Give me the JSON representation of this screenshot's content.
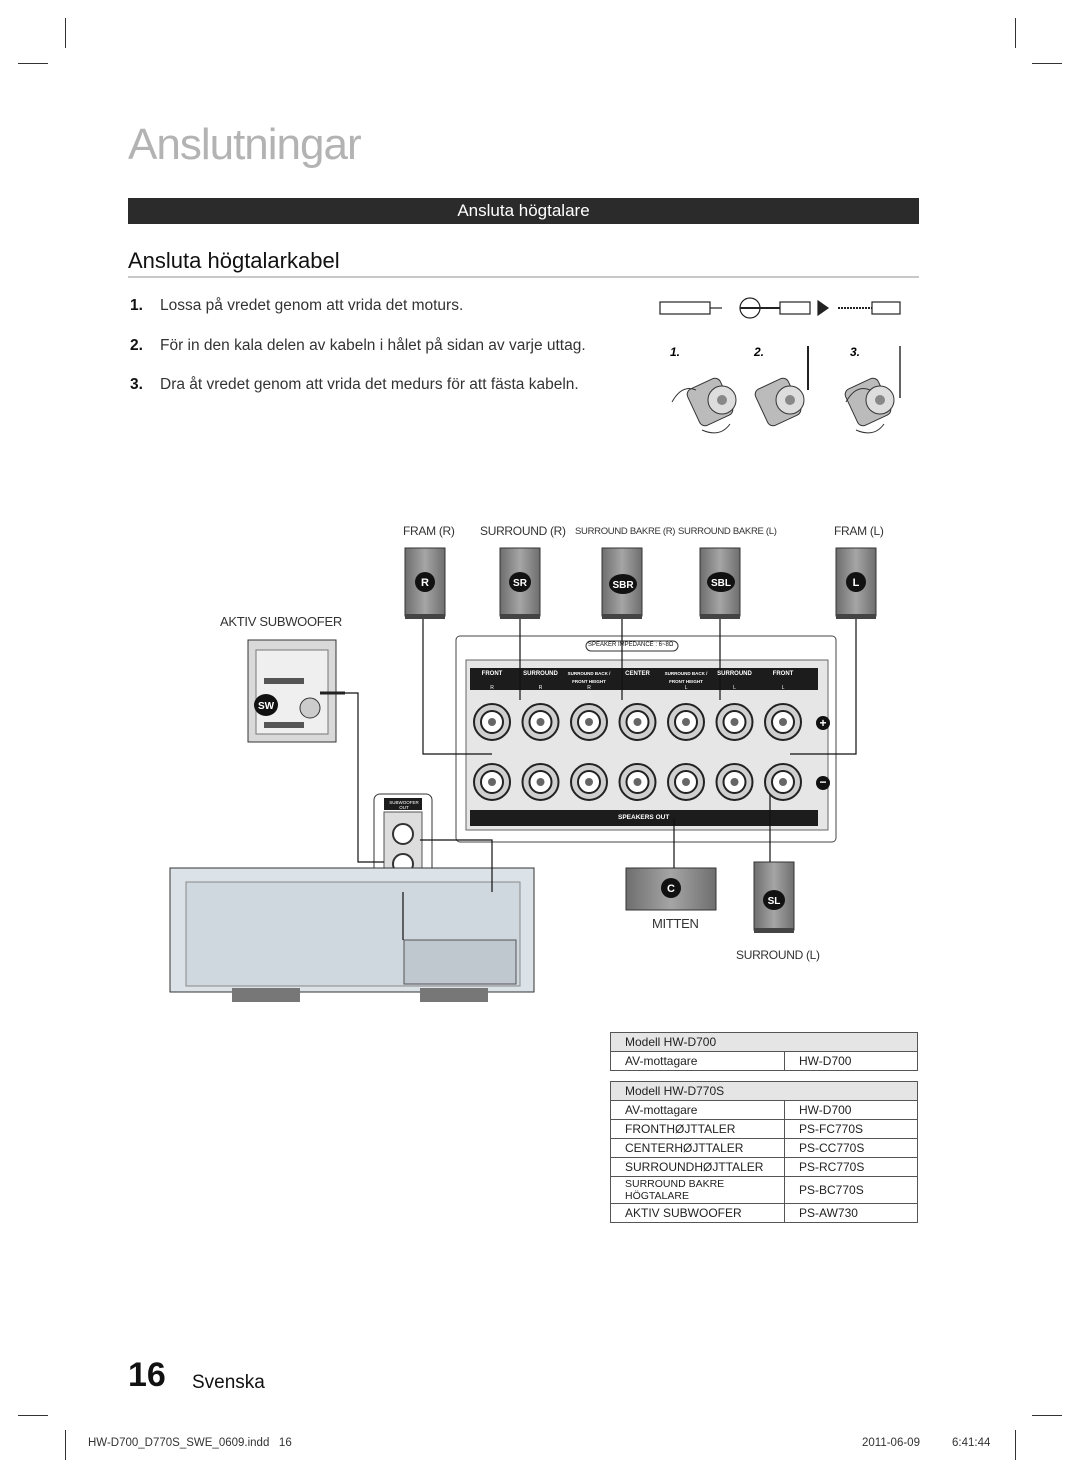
{
  "page": {
    "title": "Anslutningar",
    "section_bar": "Ansluta högtalare",
    "subheading": "Ansluta högtalarkabel"
  },
  "steps": [
    {
      "num": "1.",
      "text": "Lossa på vredet genom att vrida det moturs."
    },
    {
      "num": "2.",
      "text": "För in den kala delen av kabeln i hålet på sidan av varje uttag."
    },
    {
      "num": "3.",
      "text": "Dra åt vredet genom att vrida det medurs för att fästa kabeln."
    }
  ],
  "step_figure_labels": [
    "1.",
    "2.",
    "3."
  ],
  "speakers": {
    "top_labels": [
      "FRAM (R)",
      "SURROUND (R)",
      "SURROUND BAKRE (R)",
      "SURROUND BAKRE (L)",
      "FRAM (L)"
    ],
    "badges": [
      "R",
      "SR",
      "SBR",
      "SBL",
      "L"
    ],
    "subwoofer_label": "AKTIV SUBWOOFER",
    "subwoofer_badge": "SW",
    "center_badge": "C",
    "center_label": "MITTEN",
    "surround_l_badge": "SL",
    "surround_l_label": "SURROUND (L)"
  },
  "panel": {
    "impedance": "SPEAKER IMPEDANCE : 6~8Ω",
    "columns": [
      "FRONT",
      "SURROUND",
      "SURROUND BACK / FRONT HEIGHT",
      "CENTER",
      "SURROUND BACK / FRONT HEIGHT",
      "SURROUND",
      "FRONT"
    ],
    "sides": [
      "R",
      "R",
      "R",
      "",
      "L",
      "L",
      "L"
    ],
    "plus": "+",
    "minus": "−",
    "speakers_out": "SPEAKERS OUT",
    "sub_out": "SUBWOOFER OUT"
  },
  "tables": [
    {
      "header": "Modell HW-D700",
      "rows": [
        [
          "AV-mottagare",
          "HW-D700"
        ]
      ]
    },
    {
      "header": "Modell HW-D770S",
      "rows": [
        [
          "AV-mottagare",
          "HW-D700"
        ],
        [
          "FRONTHØJTTALER",
          "PS-FC770S"
        ],
        [
          "CENTERHØJTTALER",
          "PS-CC770S"
        ],
        [
          "SURROUNDHØJTTALER",
          "PS-RC770S"
        ],
        [
          "SURROUND BAKRE HÖGTALARE",
          "PS-BC770S"
        ],
        [
          "AKTIV SUBWOOFER",
          "PS-AW730"
        ]
      ]
    }
  ],
  "footer": {
    "page_number": "16",
    "language": "Svenska",
    "file": "HW-D700_D770S_SWE_0609.indd   16",
    "date": "2011-06-09",
    "time": "6:41:44"
  },
  "colors": {
    "title": "#b3b3b3",
    "section_bar": "#2b2b2b",
    "speaker_box": "#8c8c8c",
    "badge_dark": "#111111"
  }
}
